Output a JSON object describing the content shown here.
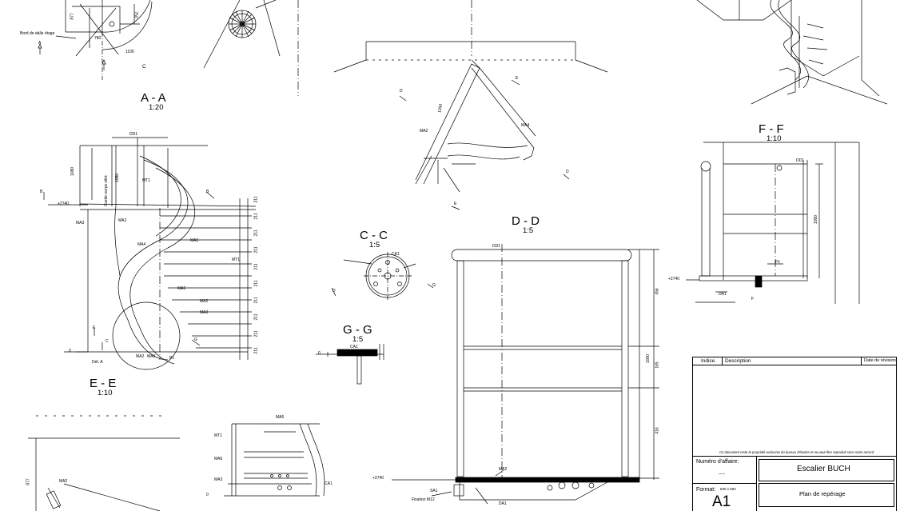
{
  "sections": {
    "aa": {
      "name": "A - A",
      "scale": "1:20"
    },
    "ee": {
      "name": "E - E",
      "scale": "1:10"
    },
    "cc": {
      "name": "C - C",
      "scale": "1:5"
    },
    "gg": {
      "name": "G - G",
      "scale": "1:5"
    },
    "dd": {
      "name": "D - D",
      "scale": "1:5"
    },
    "ff": {
      "name": "F - F",
      "scale": "1:10"
    }
  },
  "annotations": {
    "bord_de_dalle": "Bord de dalle étage",
    "garde_corps": "Garde-corps vitré",
    "elev_2740": "+2740",
    "elev_0": "0",
    "fixation": "Fixation M12",
    "dim_1000": "1000",
    "dim_1080": "1080",
    "dim_211": "211",
    "dim_456": "456",
    "dim_165": "165",
    "dim_416": "416",
    "dim_1050": "1050",
    "dim_877": "877",
    "dim_750": "750",
    "dim_780": "780",
    "dim_1100": "1100",
    "part_m1": "MT1",
    "part_m2": "MA2",
    "part_m3": "MA3",
    "part_m4": "MA4",
    "part_m5": "MA5",
    "part_m6": "MA6",
    "part_dd1": "DD1",
    "part_ca1": "CA1",
    "part_p1": "P1",
    "part_sa1": "SA1",
    "part_da1": "DA1",
    "label_c": "C",
    "label_a": "A",
    "label_b": "B",
    "label_d": "D",
    "label_e": "E",
    "label_f": "F",
    "label_g": "G",
    "detail_a": "Dét. A"
  },
  "title_block": {
    "col_indice": "Indice",
    "col_description": "Description",
    "col_date": "Date de révision",
    "notice": "Ce document reste la propriété exclusive du bureau d'études et ne peut être reproduit sans notre accord",
    "affaire_label": "Numéro d'affaire:",
    "affaire_value": "----",
    "format_label": "Format:",
    "format_dims": "830 x 594",
    "format_value": "A1",
    "project": "Escalier BUCH",
    "drawing_title": "Plan de repérage"
  }
}
